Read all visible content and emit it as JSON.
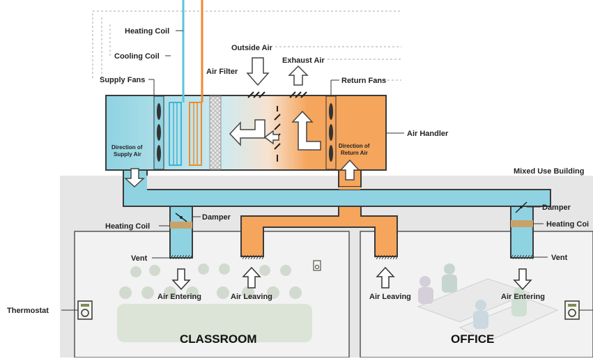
{
  "labels": {
    "heating_coil_top": "Heating Coil",
    "cooling_coil": "Cooling Coil",
    "supply_fans": "Supply Fans",
    "air_filter": "Air Filter",
    "outside_air": "Outside Air",
    "exhaust_air": "Exhaust Air",
    "return_fans": "Return Fans",
    "air_handler": "Air Handler",
    "direction_supply_1": "Direction of",
    "direction_supply_2": "Supply Air",
    "direction_return_1": "Direction of",
    "direction_return_2": "Return Air",
    "mixed_use_building": "Mixed Use Building",
    "damper_left": "Damper",
    "heating_coil_left": "Heating Coil",
    "vent_left": "Vent",
    "air_entering_left": "Air Entering",
    "air_leaving_left": "Air Leaving",
    "thermostat": "Thermostat",
    "classroom": "CLASSROOM",
    "air_leaving_right": "Air Leaving",
    "air_entering_right": "Air Entering",
    "office": "OFFICE",
    "damper_right": "Damper",
    "heating_coil_right": "Heating Coi",
    "vent_right": "Vent"
  },
  "colors": {
    "supply": "#8fd3e2",
    "supply_stroke": "#3a3a3a",
    "return": "#f5a55c",
    "building": "#e6e6e6",
    "room": "#f2f2f2",
    "heating_pipe": "#f08a2a",
    "cooling_pipe": "#5bc4dc",
    "coil_heater": "#c9a26a"
  }
}
